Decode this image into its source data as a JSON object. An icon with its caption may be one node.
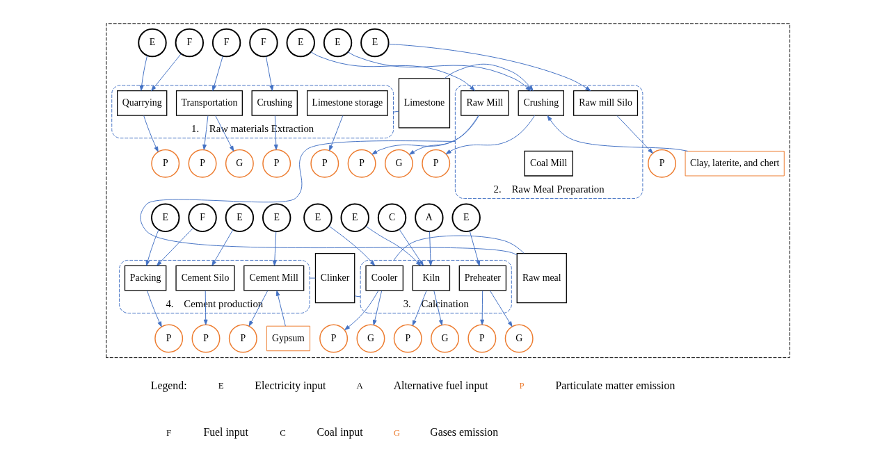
{
  "diagram": {
    "nodes": [
      {
        "text": [],
        "shape": "box"
      },
      {
        "text": [
          "1.    Raw materials Extraction"
        ],
        "in": 0
      },
      {
        "text": [
          "Quarrying"
        ],
        "in": 1
      },
      {
        "text": [
          "Transportation"
        ],
        "in": 1
      },
      {
        "text": [
          "Crushing"
        ],
        "in": 1
      },
      {
        "text": [
          "Limestone storage"
        ],
        "in": 1
      },
      {
        "text": [
          "E"
        ],
        "in": 0
      },
      {
        "text": [
          "F"
        ],
        "in": 0
      },
      {
        "text": [
          "P"
        ],
        "in": 0
      },
      {
        "text": [
          "F"
        ],
        "in": 0
      },
      {
        "text": [
          "P"
        ],
        "in": 0
      },
      {
        "text": [
          "G"
        ],
        "in": 0
      },
      {
        "text": [
          "F"
        ],
        "in": 0
      },
      {
        "text": [
          "P"
        ],
        "in": 0
      },
      {
        "text": [
          "P"
        ],
        "in": 0
      },
      {
        "text": [
          "Limestone"
        ],
        "in": 0
      },
      {
        "text": [
          "2.    Raw Meal Preparation"
        ],
        "in": 0
      },
      {
        "text": [
          "Crushing"
        ],
        "in": 16
      },
      {
        "text": [
          "Raw Mill"
        ],
        "in": 16
      },
      {
        "text": [
          "Coal Mill"
        ],
        "in": 16
      },
      {
        "text": [
          "Raw mill Silo"
        ],
        "in": 16
      },
      {
        "text": [
          "E"
        ],
        "in": 0
      },
      {
        "text": [
          "P"
        ],
        "in": 0
      },
      {
        "text": [
          "E"
        ],
        "in": 0
      },
      {
        "text": [
          "P"
        ],
        "in": 0
      },
      {
        "text": [
          "G"
        ],
        "in": 0
      },
      {
        "text": [
          "E"
        ],
        "in": 0
      },
      {
        "text": [
          "P"
        ],
        "in": 0
      },
      {
        "text": [
          "Clay, laterite, and chert"
        ],
        "in": 0
      },
      {
        "text": [
          "Raw meal"
        ],
        "in": 0
      },
      {
        "text": [
          "3.    Calcination"
        ],
        "in": 0
      },
      {
        "text": [
          "Cooler"
        ],
        "in": 30
      },
      {
        "text": [
          "Kiln"
        ],
        "in": 30
      },
      {
        "text": [
          "Preheater"
        ],
        "in": 30
      },
      {
        "text": [
          "E"
        ],
        "in": 0
      },
      {
        "text": [
          "P"
        ],
        "in": 0
      },
      {
        "text": [
          "G"
        ],
        "in": 0
      },
      {
        "text": [
          "E"
        ],
        "in": 0
      },
      {
        "text": [
          "C"
        ],
        "in": 0
      },
      {
        "text": [
          "A"
        ],
        "in": 0
      },
      {
        "text": [
          "P"
        ],
        "in": 0
      },
      {
        "text": [
          "G"
        ],
        "in": 0
      },
      {
        "text": [
          "E"
        ],
        "in": 0
      },
      {
        "text": [
          "P"
        ],
        "in": 0
      },
      {
        "text": [
          "G"
        ],
        "in": 0
      },
      {
        "text": [
          "Clinker"
        ],
        "in": 0
      },
      {
        "text": [
          "4.    Cement production"
        ],
        "in": 0
      },
      {
        "text": [
          "Packing"
        ],
        "in": 46
      },
      {
        "text": [
          "Cement Silo"
        ],
        "in": 46
      },
      {
        "text": [
          "Cement Mill"
        ],
        "in": 46
      },
      {
        "text": [
          "E"
        ],
        "in": 0
      },
      {
        "text": [
          "F"
        ],
        "in": 0
      },
      {
        "text": [
          "P"
        ],
        "in": 0
      },
      {
        "text": [
          "E"
        ],
        "in": 0
      },
      {
        "text": [
          "P"
        ],
        "in": 0
      },
      {
        "text": [
          "E"
        ],
        "in": 0
      },
      {
        "text": [
          "P"
        ],
        "in": 0
      },
      {
        "text": [
          "Gypsum"
        ],
        "in": 0
      }
    ],
    "edges": [
      {
        "from": 6,
        "to": 2,
        "arrow": "to"
      },
      {
        "from": 7,
        "to": 2,
        "arrow": "to"
      },
      {
        "from": 2,
        "to": 8,
        "arrow": "to"
      },
      {
        "from": 9,
        "to": 3,
        "arrow": "to"
      },
      {
        "from": 3,
        "to": 10,
        "arrow": "to"
      },
      {
        "from": 3,
        "to": 11,
        "arrow": "to"
      },
      {
        "from": 12,
        "to": 4,
        "arrow": "to"
      },
      {
        "from": 4,
        "to": 13,
        "arrow": "to"
      },
      {
        "from": 5,
        "to": 14,
        "arrow": "to"
      },
      {
        "from": 1,
        "to": 15,
        "arrow": "none"
      },
      {
        "from": 15,
        "to": 17,
        "arrow": "to"
      },
      {
        "from": 21,
        "to": 17,
        "arrow": "to"
      },
      {
        "from": 17,
        "to": 22,
        "arrow": "to"
      },
      {
        "from": 23,
        "to": 18,
        "arrow": "to"
      },
      {
        "from": 18,
        "to": 24,
        "arrow": "to"
      },
      {
        "from": 18,
        "to": 25,
        "arrow": "to"
      },
      {
        "from": 26,
        "to": 20,
        "arrow": "to"
      },
      {
        "from": 20,
        "to": 27,
        "arrow": "to"
      },
      {
        "from": 28,
        "to": 17,
        "arrow": "to"
      },
      {
        "from": 16,
        "to": 29,
        "arrow": "none"
      },
      {
        "from": 29,
        "to": 30,
        "arrow": "none"
      },
      {
        "from": 34,
        "to": 31,
        "arrow": "to"
      },
      {
        "from": 31,
        "to": 35,
        "arrow": "to"
      },
      {
        "from": 31,
        "to": 36,
        "arrow": "to"
      },
      {
        "from": 37,
        "to": 32,
        "arrow": "to"
      },
      {
        "from": 38,
        "to": 32,
        "arrow": "to"
      },
      {
        "from": 39,
        "to": 32,
        "arrow": "to"
      },
      {
        "from": 32,
        "to": 40,
        "arrow": "to"
      },
      {
        "from": 32,
        "to": 41,
        "arrow": "to"
      },
      {
        "from": 42,
        "to": 33,
        "arrow": "to"
      },
      {
        "from": 33,
        "to": 43,
        "arrow": "to"
      },
      {
        "from": 33,
        "to": 44,
        "arrow": "to"
      },
      {
        "from": 30,
        "to": 45,
        "arrow": "none"
      },
      {
        "from": 45,
        "to": 46,
        "arrow": "none"
      },
      {
        "from": 50,
        "to": 47,
        "arrow": "to"
      },
      {
        "from": 51,
        "to": 47,
        "arrow": "to"
      },
      {
        "from": 47,
        "to": 52,
        "arrow": "to"
      },
      {
        "from": 53,
        "to": 48,
        "arrow": "to"
      },
      {
        "from": 48,
        "to": 54,
        "arrow": "to"
      },
      {
        "from": 55,
        "to": 49,
        "arrow": "to"
      },
      {
        "from": 49,
        "to": 56,
        "arrow": "to"
      },
      {
        "from": 57,
        "to": 49,
        "arrow": "to"
      }
    ],
    "labels": [
      "Legend:",
      "E",
      "A",
      "P",
      "F",
      "C",
      "G"
    ],
    "legend": [
      {
        "text": "Electricity input"
      },
      {
        "text": "Alternative fuel input"
      },
      {
        "text": "Particulate matter emission"
      },
      {
        "text": "Fuel input"
      },
      {
        "text": "Coal input"
      },
      {
        "text": "Gases emission"
      }
    ]
  }
}
